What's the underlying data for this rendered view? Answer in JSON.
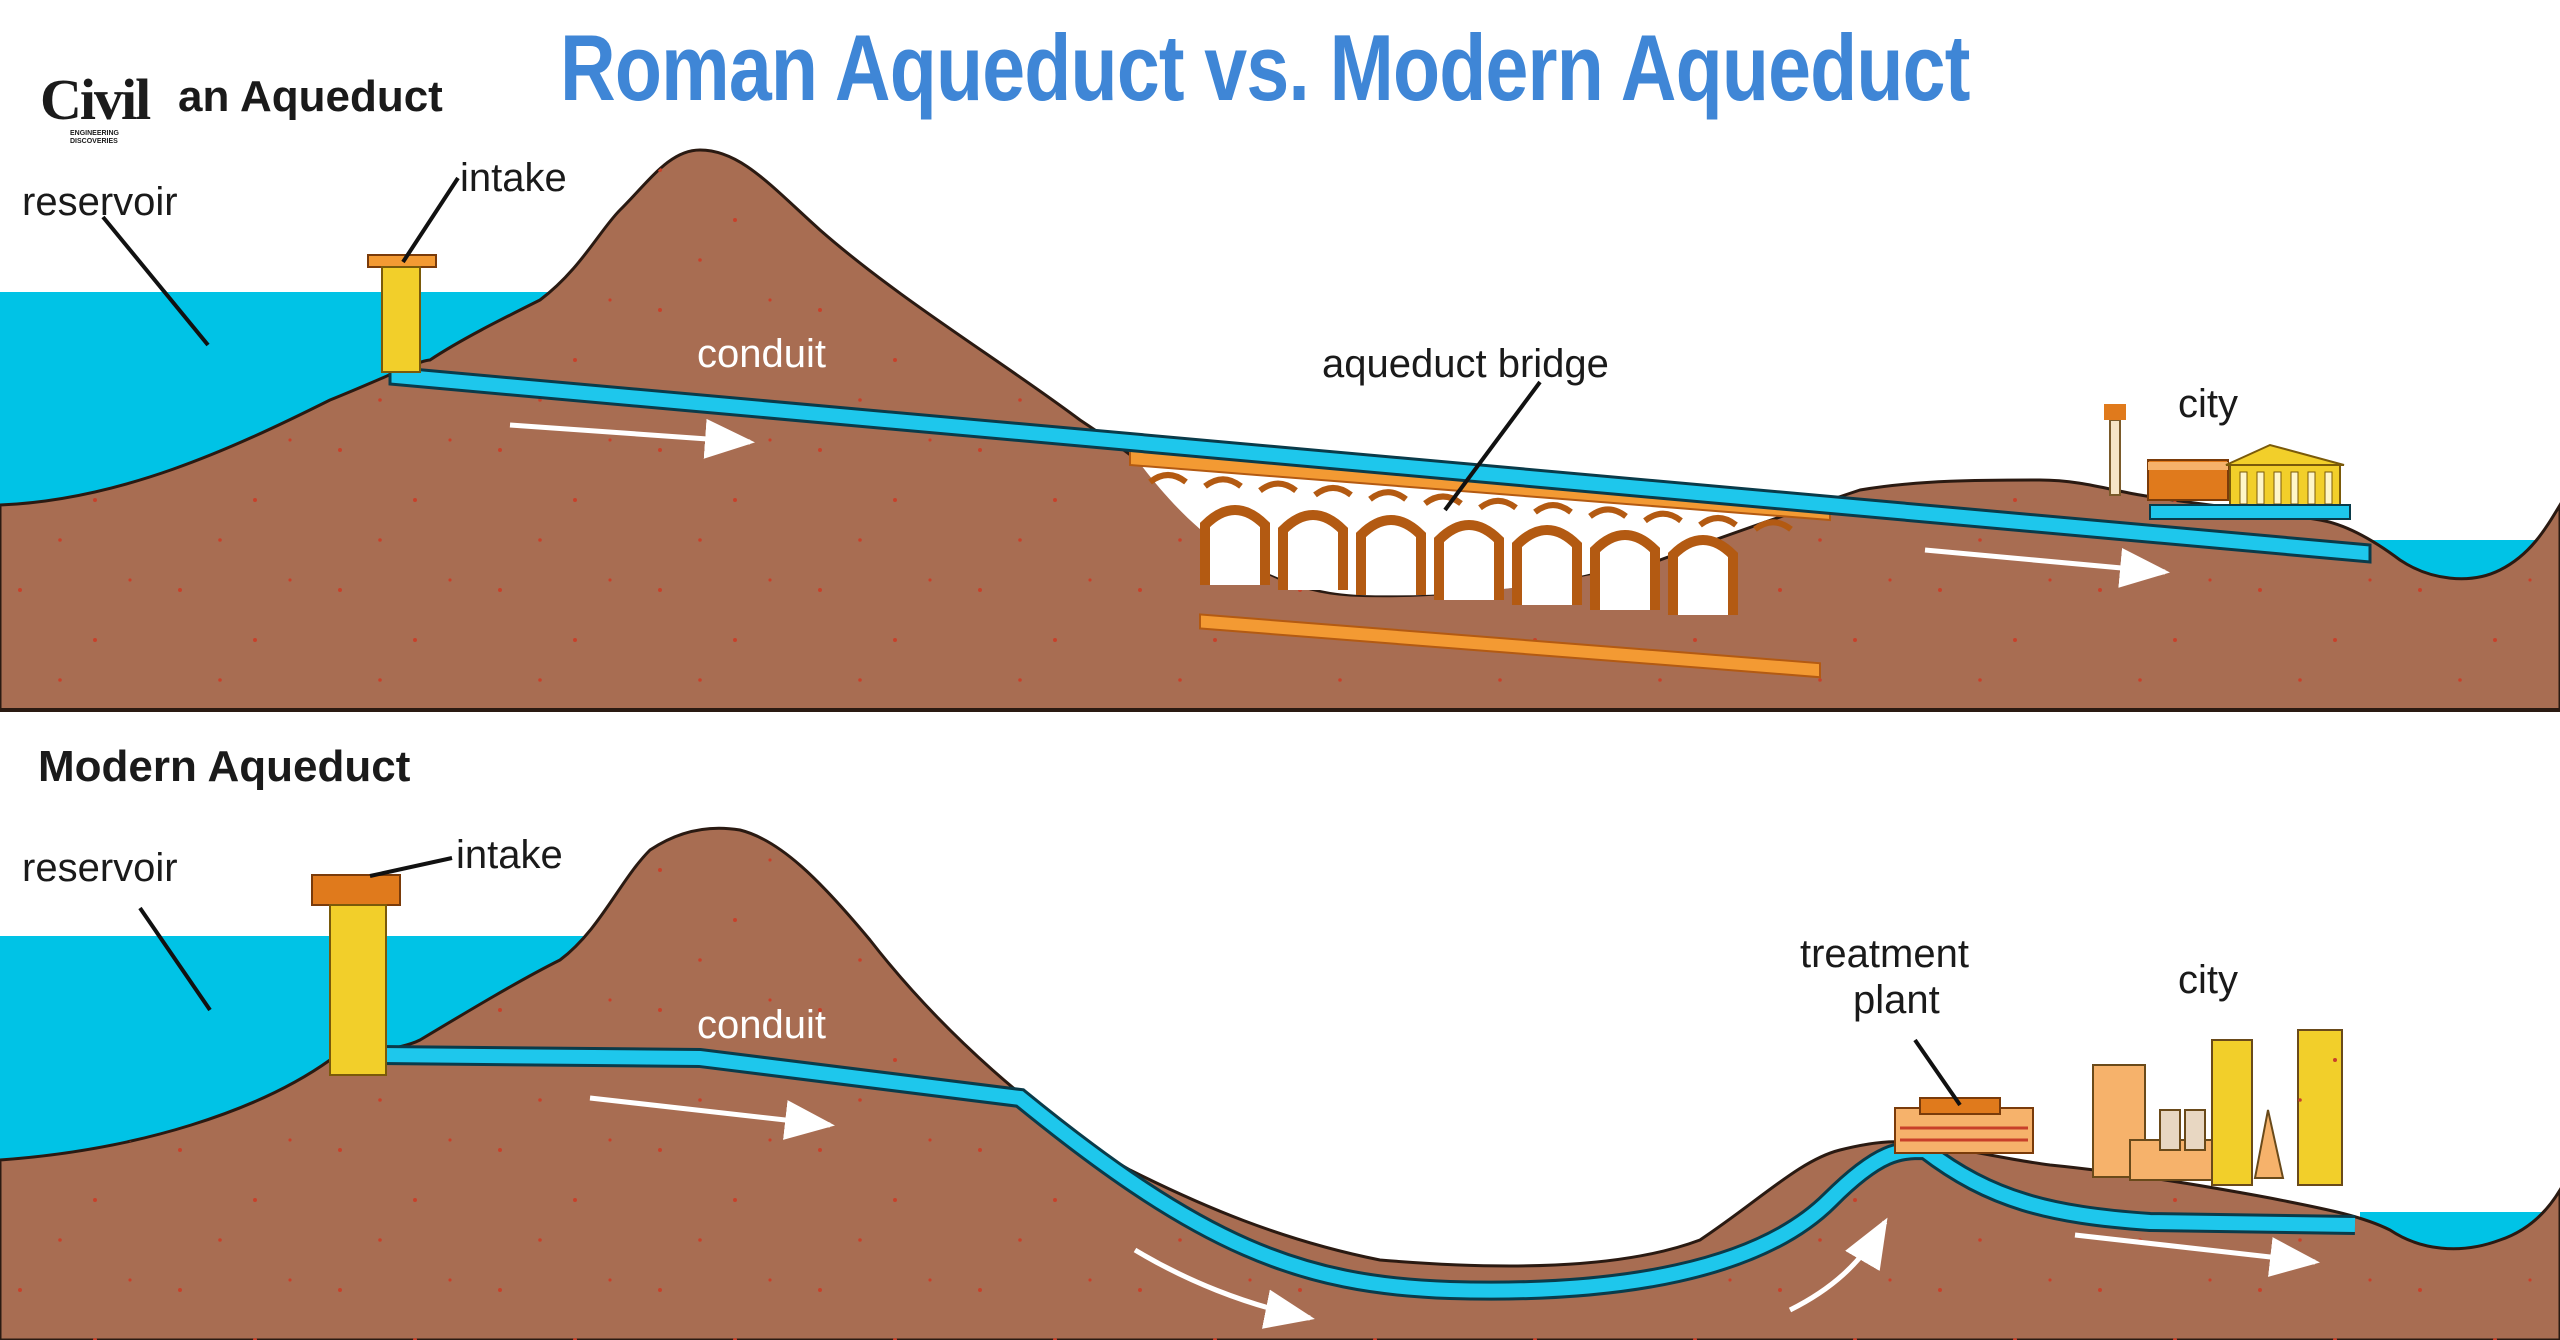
{
  "title": "Roman Aqueduct vs. Modern Aqueduct",
  "colors": {
    "title": "#3f86d6",
    "water": "#00c3e6",
    "earth": "#a86d52",
    "earth_light": "#c48b6a",
    "conduit": "#1ec7ec",
    "intake": "#f2cf2a",
    "bridge": "#f39a33",
    "arrow": "#ffffff"
  },
  "logo": {
    "text": "Civil",
    "lines": [
      "ENGINEERING",
      "DISCOVERIES"
    ]
  },
  "roman": {
    "title": "Roman Aqueduct",
    "labels": {
      "reservoir": "reservoir",
      "intake": "intake",
      "conduit": "conduit",
      "bridge": "aqueduct bridge",
      "city": "city"
    }
  },
  "modern": {
    "title": "Modern Aqueduct",
    "labels": {
      "reservoir": "reservoir",
      "intake": "intake",
      "conduit": "conduit",
      "treatment_line1": "treatment",
      "treatment_line2": "plant",
      "city": "city"
    }
  }
}
